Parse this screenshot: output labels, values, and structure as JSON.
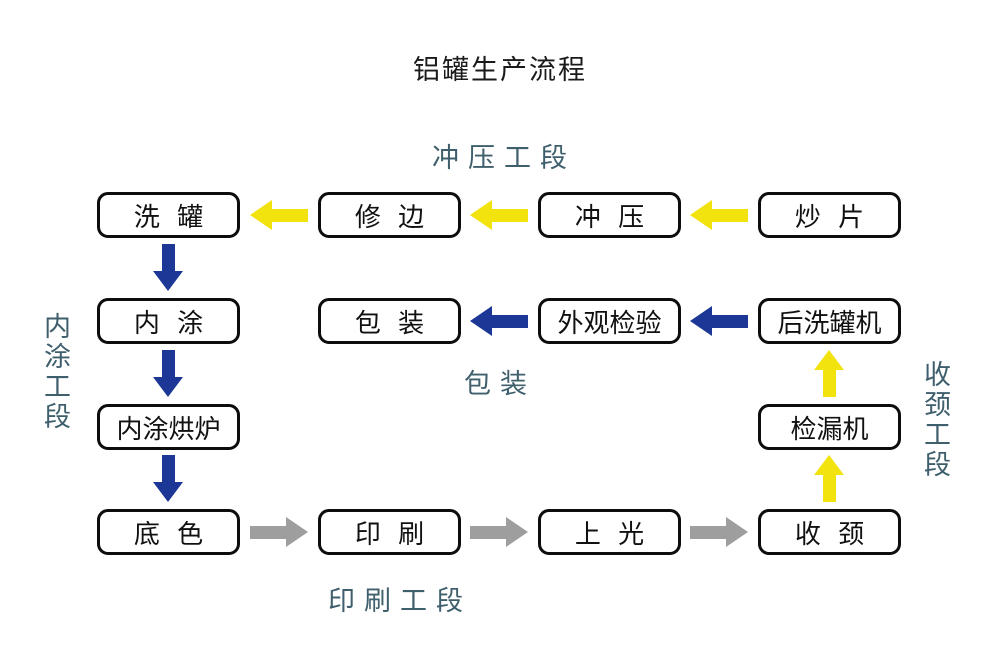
{
  "title": "铝罐生产流程",
  "colors": {
    "yellow": "#f2e30e",
    "navy": "#1c3796",
    "gray": "#9e9e9e",
    "label": "#3f5f6d"
  },
  "section_labels": {
    "stamping": "冲压工段",
    "inner_coating": "内涂工段",
    "packaging": "包装",
    "printing": "印刷工段",
    "necking": "收颈工段"
  },
  "boxes": [
    {
      "id": "wash-can",
      "label": "洗 罐"
    },
    {
      "id": "trim",
      "label": "修 边"
    },
    {
      "id": "stamp",
      "label": "冲 压"
    },
    {
      "id": "fry-sheet",
      "label": "炒 片"
    },
    {
      "id": "inner-coat",
      "label": "内 涂"
    },
    {
      "id": "packaging",
      "label": "包 装"
    },
    {
      "id": "visual-inspection",
      "label": "外观检验"
    },
    {
      "id": "post-wash-machine",
      "label": "后洗罐机"
    },
    {
      "id": "inner-coat-oven",
      "label": "内涂烘炉"
    },
    {
      "id": "leak-detector",
      "label": "检漏机"
    },
    {
      "id": "base-color",
      "label": "底 色"
    },
    {
      "id": "printing",
      "label": "印 刷"
    },
    {
      "id": "varnish",
      "label": "上 光"
    },
    {
      "id": "necking",
      "label": "收 颈"
    }
  ],
  "arrows": [
    {
      "from": "炒片",
      "to": "冲压",
      "direction": "left",
      "color": "yellow"
    },
    {
      "from": "冲压",
      "to": "修边",
      "direction": "left",
      "color": "yellow"
    },
    {
      "from": "修边",
      "to": "洗罐",
      "direction": "left",
      "color": "yellow"
    },
    {
      "from": "洗罐",
      "to": "内涂",
      "direction": "down",
      "color": "navy"
    },
    {
      "from": "内涂",
      "to": "内涂烘炉",
      "direction": "down",
      "color": "navy"
    },
    {
      "from": "内涂烘炉",
      "to": "底色",
      "direction": "down",
      "color": "navy"
    },
    {
      "from": "底色",
      "to": "印刷",
      "direction": "right",
      "color": "gray"
    },
    {
      "from": "印刷",
      "to": "上光",
      "direction": "right",
      "color": "gray"
    },
    {
      "from": "上光",
      "to": "收颈",
      "direction": "right",
      "color": "gray"
    },
    {
      "from": "收颈",
      "to": "检漏机",
      "direction": "up",
      "color": "yellow"
    },
    {
      "from": "检漏机",
      "to": "后洗罐机",
      "direction": "up",
      "color": "yellow"
    },
    {
      "from": "后洗罐机",
      "to": "外观检验",
      "direction": "left",
      "color": "navy"
    },
    {
      "from": "外观检验",
      "to": "包装",
      "direction": "left",
      "color": "navy"
    }
  ]
}
